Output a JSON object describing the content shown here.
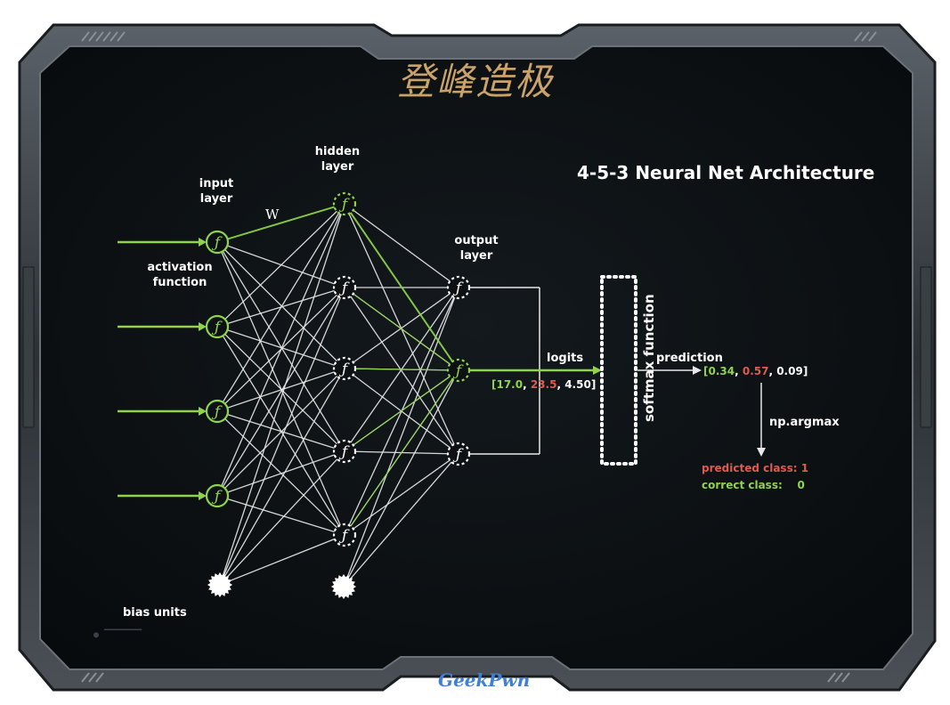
{
  "title": "4-5-3 Neural Net Architecture",
  "labels": {
    "input_layer": [
      "input",
      "layer"
    ],
    "hidden_layer": [
      "hidden",
      "layer"
    ],
    "output_layer": [
      "output",
      "layer"
    ],
    "weight": "W",
    "activation_function": [
      "activation",
      "function"
    ],
    "bias_units": "bias units",
    "logits": "logits",
    "softmax": "softmax function",
    "prediction": "prediction",
    "argmax": "np.argmax"
  },
  "logits": {
    "open": "[",
    "values": [
      "17.0",
      "23.5",
      "4.50"
    ],
    "close": "]"
  },
  "prediction_values": {
    "open": "[",
    "values": [
      "0.34",
      "0.57",
      "0.09"
    ],
    "close": "]"
  },
  "predicted_class": {
    "label": "predicted class:",
    "value": "1"
  },
  "correct_class": {
    "label": "correct class:",
    "value": "0"
  },
  "network": {
    "input_units": 4,
    "hidden_units": 5,
    "output_units": 3,
    "bias_units": 2
  },
  "colors": {
    "background": "#0d1114",
    "highlight": "#8fd44a",
    "accent_red": "#e05a4f",
    "neuron_glyph": "ƒ",
    "logo": "#c9a36a"
  },
  "logos": {
    "top": "登峰造极",
    "bottom": "GeekPwn"
  }
}
